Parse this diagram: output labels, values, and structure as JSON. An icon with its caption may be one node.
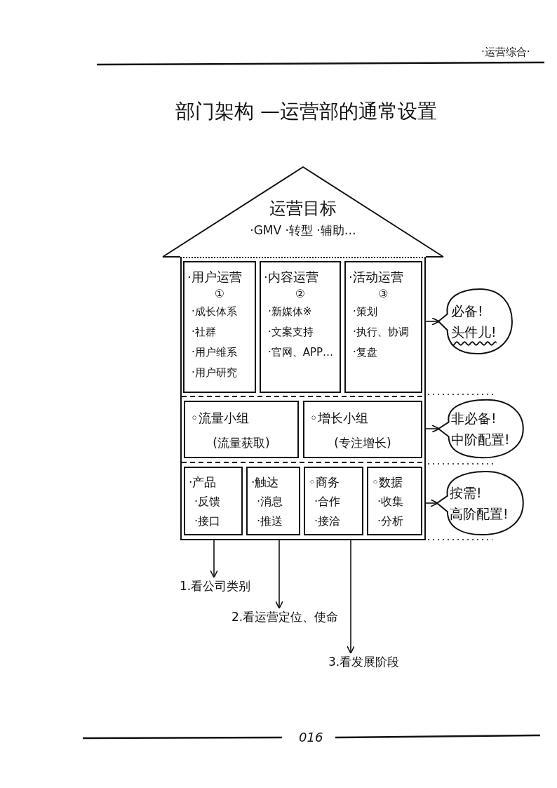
{
  "diagram": {
    "title": "部门架构 —运营部的通常设置",
    "nodes": [
      {
        "text": [
          "运营目标",
          "·GMV ·转型 ·辅助…"
        ]
      },
      {
        "text": [],
        "shape": "box"
      },
      {
        "text": [
          "·用户运营",
          "①",
          "·成长体系",
          "·社群",
          "·用户维系",
          "·用户研究"
        ],
        "in": 1
      },
      {
        "text": [
          "·内容运营",
          "②",
          "·新媒体※",
          "·文案支持",
          "·官网、APP…"
        ],
        "in": 1
      },
      {
        "text": [
          "·活动运营",
          "③",
          "·策划",
          "·执行、协调",
          "·复盘"
        ],
        "in": 1
      },
      {
        "text": [
          "◦流量小组",
          "(流量获取)"
        ],
        "in": 1
      },
      {
        "text": [
          "◦增长小组",
          "(专注增长)"
        ],
        "in": 1
      },
      {
        "text": [
          "·产品",
          "·反馈",
          "·接口"
        ],
        "in": 1
      },
      {
        "text": [
          "·触达",
          "·消息",
          "·推送"
        ],
        "in": 1
      },
      {
        "text": [
          "◦商务",
          "·合作",
          "·接洽"
        ],
        "in": 1
      },
      {
        "text": [
          "◦数据",
          "·收集",
          "·分析"
        ],
        "in": 1
      },
      {
        "text": [
          "必备!",
          "头件儿!"
        ]
      },
      {
        "text": [
          "非必备!",
          "中阶配置!"
        ]
      },
      {
        "text": [
          "按需!",
          "高阶配置!"
        ]
      },
      {
        "text": [
          "1.看公司类别"
        ]
      },
      {
        "text": [
          "2.看运营定位、使命"
        ]
      },
      {
        "text": [
          "3.看发展阶段"
        ]
      }
    ],
    "edges": [
      {
        "from": 1,
        "to": 11,
        "arrow": "to"
      },
      {
        "from": 1,
        "to": 12,
        "arrow": "to"
      },
      {
        "from": 1,
        "to": 13,
        "arrow": "to"
      },
      {
        "from": 1,
        "to": 14,
        "arrow": "to"
      },
      {
        "from": 1,
        "to": 15,
        "arrow": "to"
      },
      {
        "from": 1,
        "to": 16,
        "arrow": "to"
      }
    ],
    "labels": [
      "·运营综合·",
      "016"
    ]
  }
}
